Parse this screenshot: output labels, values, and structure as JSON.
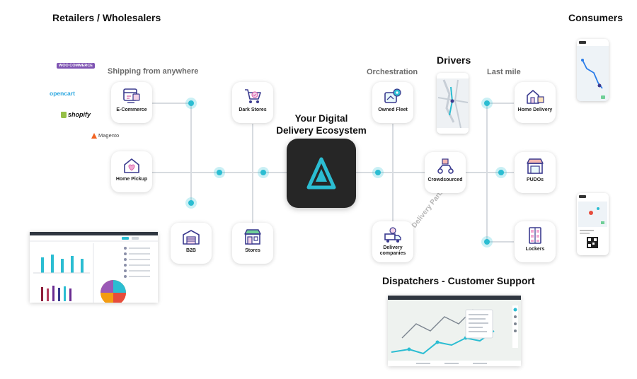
{
  "headings": {
    "retailers": "Retailers / Wholesalers",
    "consumers": "Consumers",
    "drivers": "Drivers",
    "dispatchers": "Dispatchers - Customer Support"
  },
  "subheadings": {
    "shipping": "Shipping from anywhere",
    "orchestration": "Orchestration",
    "last_mile": "Last mile",
    "delivery_partners": "Delivery Partners"
  },
  "center": {
    "title_line1": "Your Digital",
    "title_line2": "Delivery Ecosystem"
  },
  "logos": {
    "woocommerce": "WOO COMMERCE",
    "opencart": "opencart",
    "shopify": "shopify",
    "magento": "Magento"
  },
  "nodes": {
    "ecommerce": "E-Commerce",
    "dark_stores": "Dark Stores",
    "home_pickup": "Home Pickup",
    "b2b": "B2B",
    "stores": "Stores",
    "owned_fleet": "Owned Fleet",
    "crowdsourced": "Crowdsourced",
    "delivery_companies_1": "Delivery",
    "delivery_companies_2": "companies",
    "home_delivery": "Home Delivery",
    "pudos": "PUDOs",
    "lockers": "Lockers"
  },
  "colors": {
    "accent": "#2bbdd2",
    "hub": "#262626",
    "line": "#d7dbe0"
  }
}
